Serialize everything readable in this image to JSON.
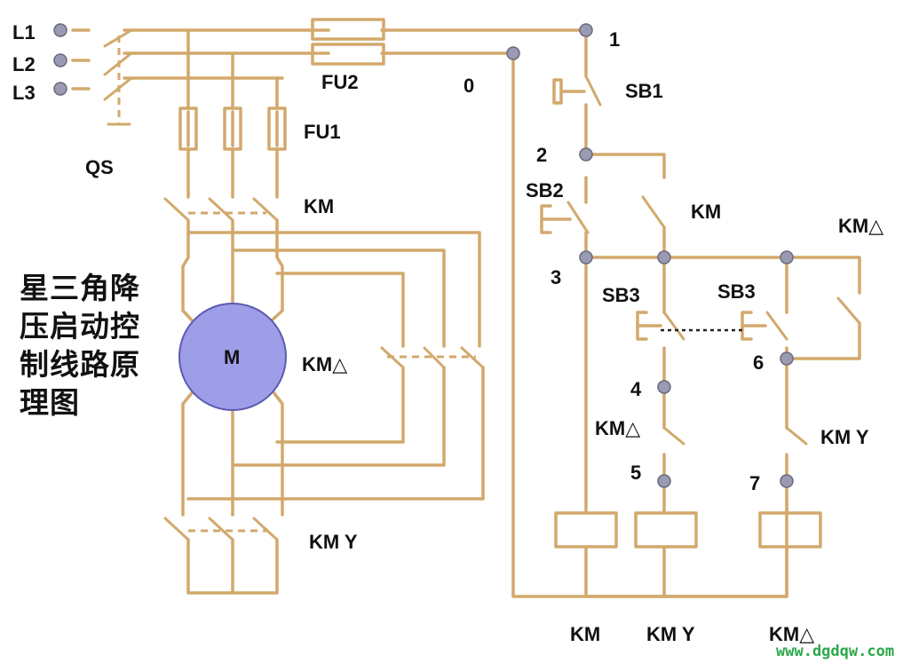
{
  "colors": {
    "wire": "#d2a96c",
    "motor": "#9d9de8",
    "terminal": "#9a9ab4",
    "text": "#111111",
    "watermark": "#2aa84a"
  },
  "title": "星三角降压启动控制线路原理图",
  "phases": [
    "L1",
    "L2",
    "L3"
  ],
  "labels": {
    "qs": "QS",
    "fu1": "FU1",
    "fu2": "FU2",
    "km_main": "KM",
    "km_delta_main": "KM△",
    "km_y_main": "KM Y",
    "motor": "M",
    "node0": "0",
    "node1": "1",
    "node2": "2",
    "node3": "3",
    "node4": "4",
    "node5": "5",
    "node6": "6",
    "node7": "7",
    "sb1": "SB1",
    "sb2": "SB2",
    "sb3_a": "SB3",
    "sb3_b": "SB3",
    "km_hold": "KM",
    "km_delta_hold": "KM△",
    "km_delta_interlock": "KM△",
    "km_y_interlock": "KM Y",
    "coil_km": "KM",
    "coil_kmy": "KM Y",
    "coil_kmdelta": "KM△"
  },
  "watermark": "www.dgdqw.com"
}
